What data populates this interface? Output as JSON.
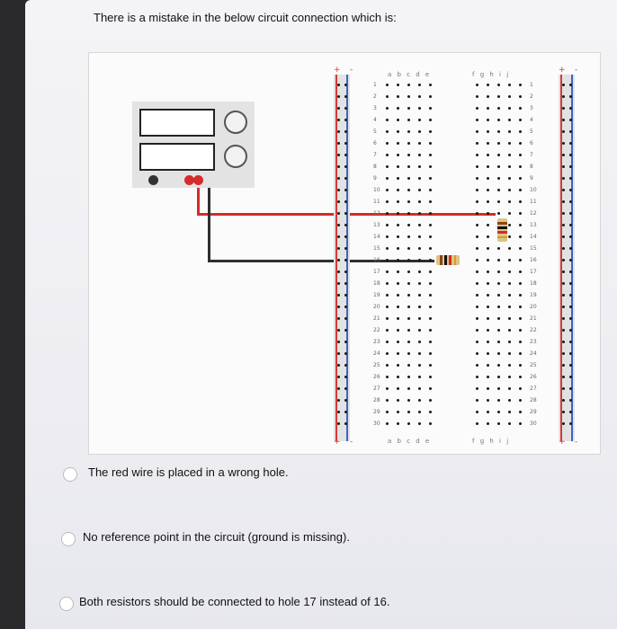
{
  "question": "There is a mistake in the below circuit connection which is:",
  "breadboard": {
    "column_letters_left": "a b c d e",
    "column_letters_right": "f g h i j",
    "rail_plus": "+",
    "rail_minus": "-",
    "rows": [
      "1",
      "2",
      "3",
      "4",
      "5",
      "6",
      "7",
      "8",
      "9",
      "10",
      "11",
      "12",
      "13",
      "14",
      "15",
      "16",
      "17",
      "18",
      "19",
      "20",
      "21",
      "22",
      "23",
      "24",
      "25",
      "26",
      "27",
      "28",
      "29",
      "30"
    ]
  },
  "colors": {
    "red_wire": "#d52b2b",
    "black_wire": "#2f2f2f",
    "rail_red": "#d43a3a",
    "rail_blue": "#3a64c8"
  },
  "options": [
    {
      "label": "The red wire is placed in a wrong hole."
    },
    {
      "label": "No reference point in the circuit (ground is missing)."
    },
    {
      "label": "Both resistors should be connected to hole 17 instead of 16."
    }
  ]
}
